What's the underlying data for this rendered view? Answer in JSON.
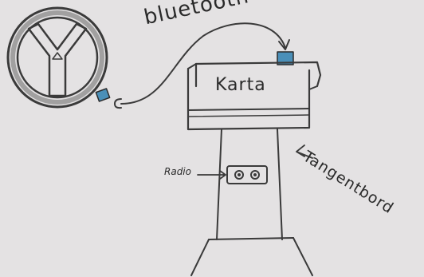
{
  "labels": {
    "bluetooth": "bluetooth",
    "karta": "Karta",
    "radio": "Radio",
    "tangentbord": "Tangentbord"
  },
  "colors": {
    "paper": "#e4e2e3",
    "pencil": "#3a3a3a",
    "bluetooth_module": "#4a8fb8"
  },
  "icons": [
    "steering-wheel-icon",
    "bluetooth-module-icon",
    "radio-knob-icon"
  ]
}
